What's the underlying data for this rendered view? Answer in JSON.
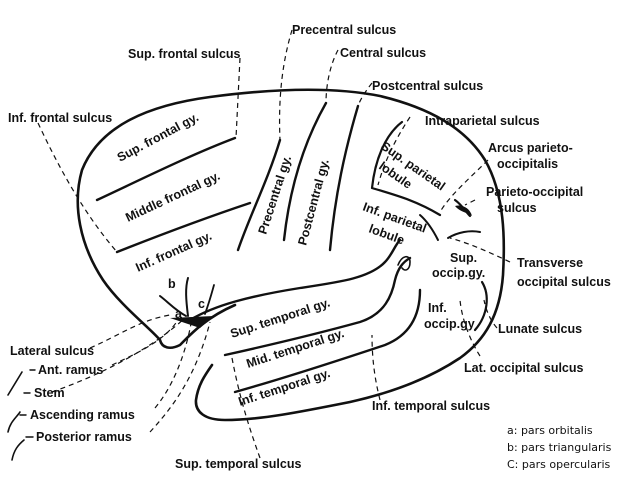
{
  "labels": {
    "precentral_sulcus": "Precentral sulcus",
    "sup_frontal_sulcus": "Sup. frontal sulcus",
    "central_sulcus": "Central sulcus",
    "postcentral_sulcus": "Postcentral sulcus",
    "inf_frontal_sulcus": "Inf. frontal sulcus",
    "intraparietal_sulcus": "Intraparietal sulcus",
    "arcus_parieto": "Arcus parieto-",
    "occipitalis": "occipitalis",
    "parieto_occipital": "Parieto-occipital",
    "sulcus": "sulcus",
    "transverse": "Transverse",
    "occipital_sulcus": "occipital sulcus",
    "lunate_sulcus": "Lunate sulcus",
    "lat_occipital_sulcus": "Lat. occipital sulcus",
    "inf_temporal_sulcus": "Inf. temporal sulcus",
    "sup_temporal_sulcus": "Sup. temporal sulcus",
    "lateral_sulcus": "Lateral sulcus",
    "ant_ramus": "Ant. ramus",
    "stem": "Stem",
    "ascending_ramus": "Ascending ramus",
    "posterior_ramus": "Posterior ramus"
  },
  "gyri": {
    "sup_frontal": "Sup. frontal gy.",
    "middle_frontal": "Middle frontal gy.",
    "inf_frontal": "Inf. frontal gy.",
    "precentral": "Precentral gy.",
    "postcentral": "Postcentral gy.",
    "sup_parietal_1": "Sup. parietal",
    "sup_parietal_2": "lobule",
    "inf_parietal_1": "Inf. parietal",
    "inf_parietal_2": "lobule",
    "sup_occip_1": "Sup.",
    "sup_occip_2": "occip.gy.",
    "inf_occip_1": "Inf.",
    "inf_occip_2": "occip.gy",
    "sup_temporal": "Sup. temporal gy.",
    "mid_temporal": "Mid. temporal gy.",
    "inf_temporal": "Inf. temporal gy.",
    "a": "a",
    "b": "b",
    "c": "c"
  },
  "legend": {
    "a": "a: pars orbitalis",
    "b": "b: pars triangularis",
    "c": "C: pars opercularis"
  }
}
